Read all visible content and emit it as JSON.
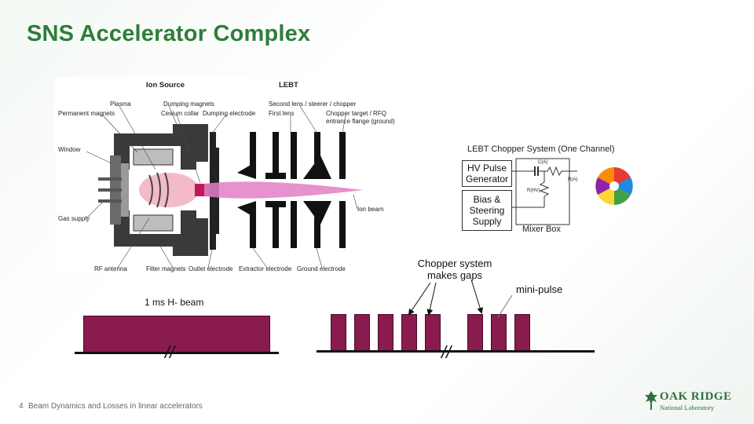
{
  "title": "SNS Accelerator Complex",
  "ion_source": {
    "header_left": "Ion Source",
    "header_right": "LEBT",
    "labels": {
      "plasma": "Plasma",
      "permanent_magnets": "Permanent magnets",
      "dumping_magnets": "Dumping magnets",
      "cesium_collar": "Cesium collar",
      "dumping_electrode": "Dumping electrode",
      "second_lens": "Second lens / steerer / chopper",
      "first_lens": "First lens",
      "chopper_target": "Chopper target / RFQ",
      "entrance_flange": "entrance flange (ground)",
      "window": "Window",
      "gas_supply": "Gas supply",
      "ion_beam": "Ion beam",
      "rf_antenna": "RF antenna",
      "filter_magnets": "Filter magnets",
      "outlet_electrode": "Outlet electrode",
      "extractor_electrode": "Extractor electrode",
      "ground_electrode": "Ground electrode"
    }
  },
  "chopper": {
    "title": "LEBT Chopper System  (One Channel)",
    "hv_pulse": "HV Pulse Generator",
    "bias": "Bias & Steering Supply",
    "mixer": "Mixer Box",
    "c_label": "C(A)",
    "r_label": "R(A)",
    "rhv_label": "R(HV)"
  },
  "annotations": {
    "chopper_makes_gaps": "Chopper system makes gaps",
    "mini_pulse": "mini-pulse",
    "beam_label": "1 ms H- beam"
  },
  "colors": {
    "title": "#2e7d3a",
    "pulse_fill": "#8a1b4f",
    "beam_pink": "#e07fc4"
  },
  "footer": {
    "page_number": "4",
    "text": "Beam Dynamics and Losses in linear accelerators"
  },
  "logo": {
    "name": "OAK RIDGE",
    "subtitle": "National Laboratory"
  }
}
